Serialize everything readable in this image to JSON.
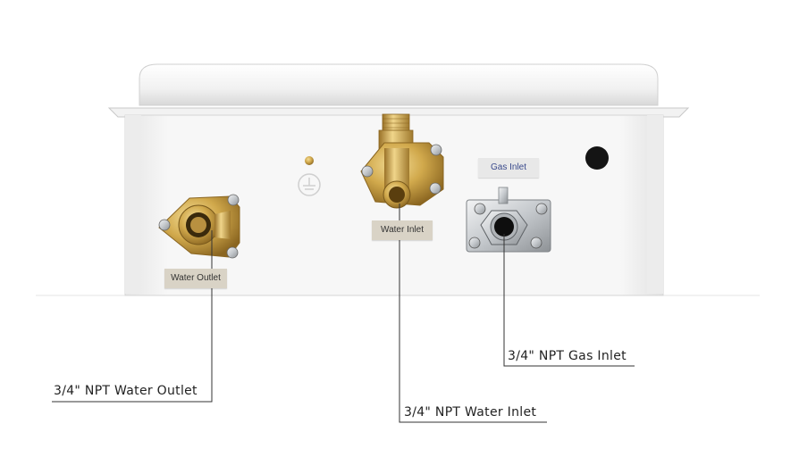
{
  "labels": {
    "water_outlet": "Water Outlet",
    "water_inlet": "Water Inlet",
    "gas_inlet": "Gas Inlet"
  },
  "callouts": {
    "water_outlet": "3/4\" NPT Water Outlet",
    "water_inlet": "3/4\" NPT Water Inlet",
    "gas_inlet": "3/4\" NPT Gas Inlet"
  },
  "colors": {
    "brass": "#c9a24a",
    "chrome": "#b8bcc0",
    "body": "#f4f4f4",
    "leader": "#333333"
  }
}
